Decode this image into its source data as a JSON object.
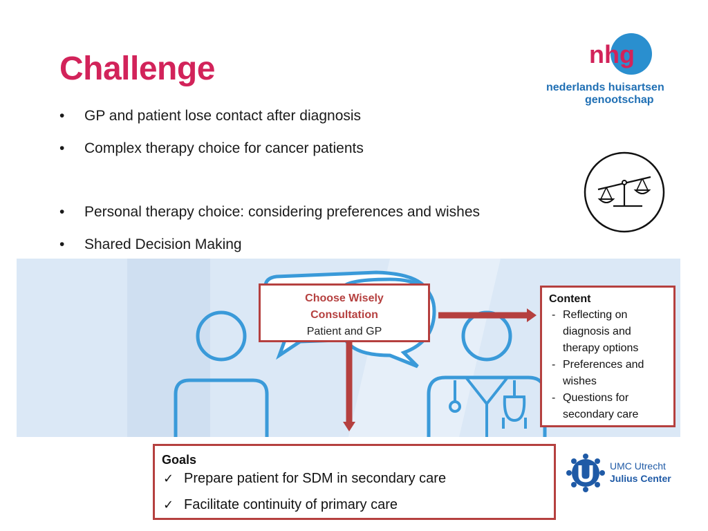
{
  "slide": {
    "title": "Challenge",
    "bullets": [
      {
        "marker": "•",
        "text": "GP and patient lose contact after diagnosis"
      },
      {
        "marker": "•",
        "text": "Complex therapy choice for cancer patients"
      },
      {
        "marker": "•",
        "text": "Personal therapy choice: considering preferences and wishes"
      },
      {
        "marker": "•",
        "text": "Shared Decision Making"
      }
    ]
  },
  "logos": {
    "nhg_mark": "nhg",
    "nhg_line1": "nederlands huisartsen",
    "nhg_line2": "genootschap",
    "umc_line1": "UMC Utrecht",
    "umc_line2": "Julius Center"
  },
  "consultation": {
    "line1": "Choose Wisely",
    "line2": "Consultation",
    "line3": "Patient and GP"
  },
  "content_box": {
    "heading": "Content",
    "items": [
      "Reflecting on diagnosis and therapy options",
      "Preferences and wishes",
      "Questions for secondary care"
    ]
  },
  "goals": {
    "heading": "Goals",
    "items": [
      "Prepare patient for SDM in secondary care",
      "Facilitate continuity of primary care"
    ]
  },
  "colors": {
    "title": "#d2235a",
    "accent_red": "#b5403f",
    "illustration_blue": "#3a9ad9",
    "band_bg": "#dbe8f6",
    "logo_blue": "#1f6fb4"
  }
}
